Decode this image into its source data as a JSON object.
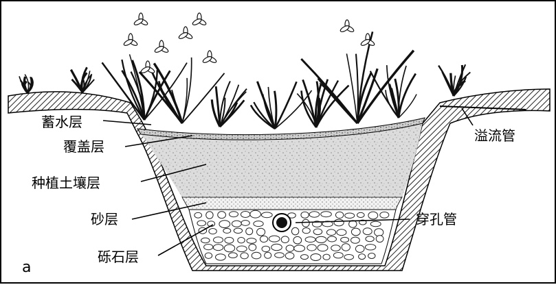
{
  "panel_letter": "a",
  "labels": {
    "storage_layer": "蓄水层",
    "cover_layer": "覆盖层",
    "planting_soil_layer": "种植土壤层",
    "sand_layer": "砂层",
    "gravel_layer": "砾石层",
    "overflow_pipe": "溢流管",
    "perforated_pipe": "穿孔管"
  }
}
